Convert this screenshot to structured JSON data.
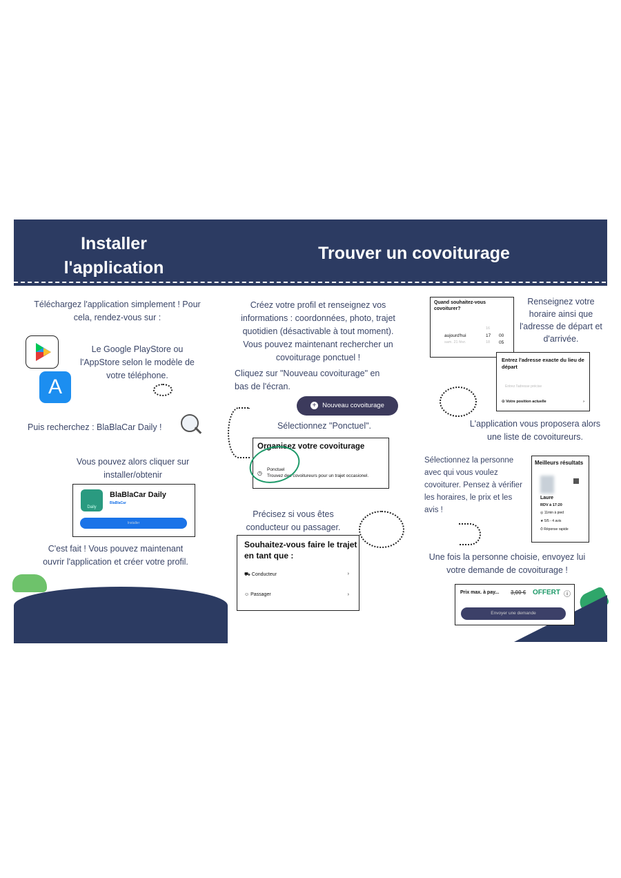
{
  "banner": {
    "left_title_line1": "Installer",
    "left_title_line2": "l'application",
    "right_title": "Trouver un covoiturage"
  },
  "col1": {
    "intro": "Téléchargez l'application simplement ! Pour cela, rendez-vous sur :",
    "stores_text": "Le Google PlayStore ou l'AppStore selon le modèle de votre téléphone.",
    "search_text": "Puis recherchez : BlaBlaCar Daily !",
    "click_text": "Vous pouvez alors cliquer sur installer/obtenir",
    "app_card": {
      "name": "BlaBlaCar Daily",
      "publisher": "BlaBlaCar",
      "icon_label": "Daily",
      "install_button": "Installer"
    },
    "done_text": "C'est fait ! Vous pouvez maintenant ouvrir l'application et créer votre profil."
  },
  "col2": {
    "profile_text": "Créez votre profil et renseignez vos informations : coordonnées, photo, trajet quotidien (désactivable à tout moment). Vous pouvez maintenant rechercher un covoiturage ponctuel !",
    "new_text": "Cliquez sur \"Nouveau covoiturage\" en bas de l'écran.",
    "new_button": "Nouveau covoiturage",
    "select_text": "Sélectionnez \"Ponctuel\".",
    "organise_card": {
      "title": "Organisez votre covoiturage",
      "option_title": "Ponctuel",
      "option_desc": "Trouvez des covoitureurs pour un trajet occasionel."
    },
    "role_text": "Précisez si vous êtes conducteur ou passager.",
    "role_card": {
      "title": "Souhaitez-vous faire le trajet en tant que :",
      "options": [
        "Conducteur",
        "Passager"
      ]
    }
  },
  "col3": {
    "when_card": {
      "title": "Quand souhaitez-vous covoiturer?",
      "day": "aujourd'hui",
      "next_day": "sam. 21 févr.",
      "hours": [
        "16",
        "17",
        "18"
      ],
      "minutes": [
        "00",
        "05"
      ]
    },
    "schedule_text": "Renseignez votre horaire ainsi que l'adresse de départ et d'arrivée.",
    "address_card": {
      "title": "Entrez l'adresse exacte du lieu de départ",
      "placeholder": "Entrez l'adresse précise",
      "current": "Votre position actuelle"
    },
    "list_text": "L'application vous proposera alors une liste de covoitureurs.",
    "select_text": "Sélectionnez la personne avec qui vous voulez covoiturer. Pensez à vérifier les horaires, le prix et les avis !",
    "results_card": {
      "title": "Meilleurs résultats",
      "name": "Laure",
      "rdv": "RDV à 17:20",
      "walk": "11min à pied",
      "rating": "5/5 - 4 avis",
      "response": "Réponse rapide"
    },
    "send_text": "Une fois la personne choisie, envoyez lui votre demande de covoiturage !",
    "price_card": {
      "label": "Prix max. à pay...",
      "price": "3,00 €",
      "offer": "OFFERT",
      "button": "Envoyer une demande"
    }
  },
  "colors": {
    "navy": "#2c3b62",
    "green": "#1f9a6a",
    "blue": "#1a73e8"
  }
}
